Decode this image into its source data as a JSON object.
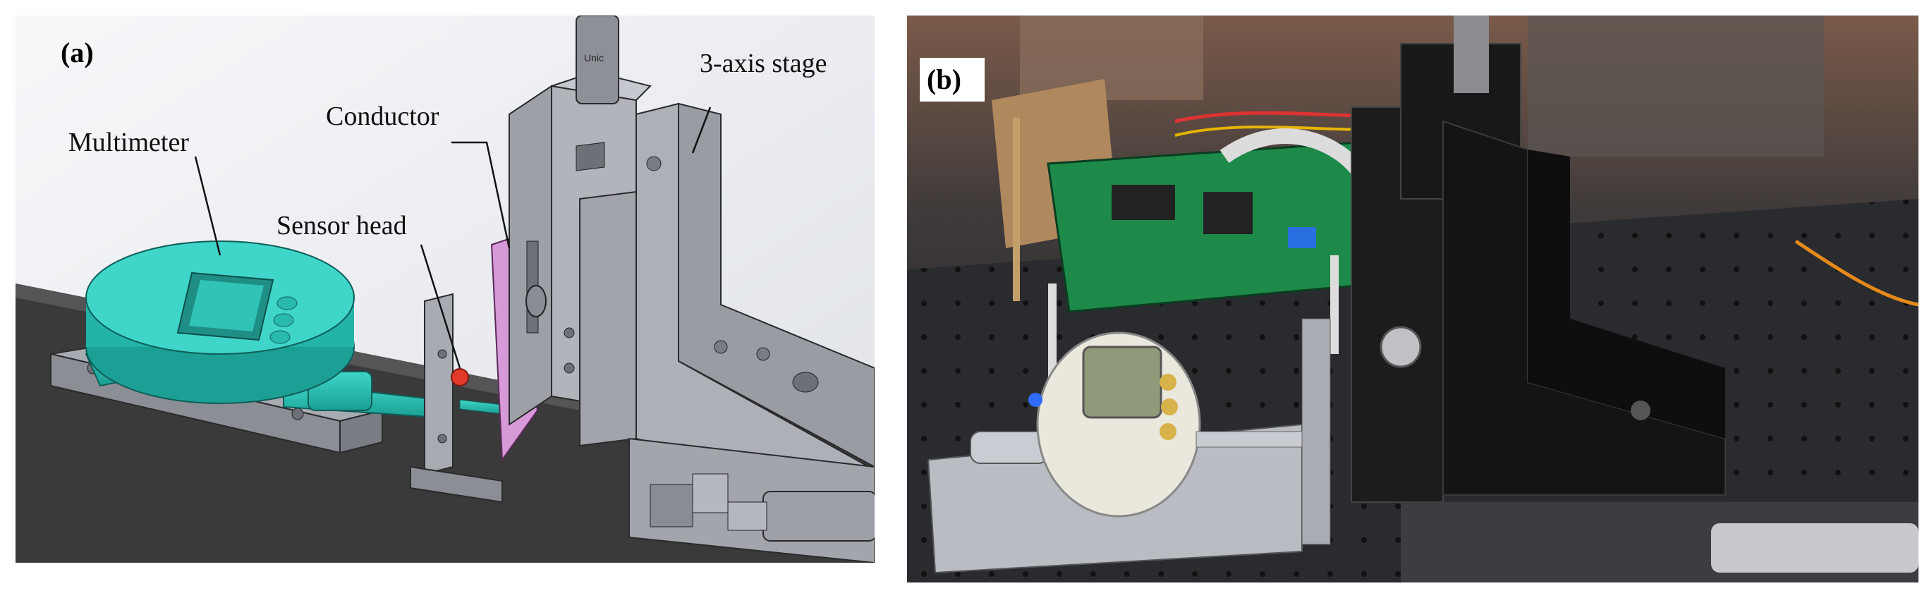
{
  "panel_a": {
    "tag": "(a)",
    "labels": {
      "multimeter": "Multimeter",
      "sensor_head": "Sensor head",
      "conductor": "Conductor",
      "stage": "3-axis stage"
    },
    "micrometer_brand": "Unic"
  },
  "panel_b": {
    "tag": "(b)"
  },
  "colors": {
    "teal": "#27c0b4",
    "gray_part": "#9ea0a8",
    "dark_base": "#3a3a3a",
    "conductor_pink": "#d79ad8",
    "sensor_red": "#e23a2a"
  }
}
